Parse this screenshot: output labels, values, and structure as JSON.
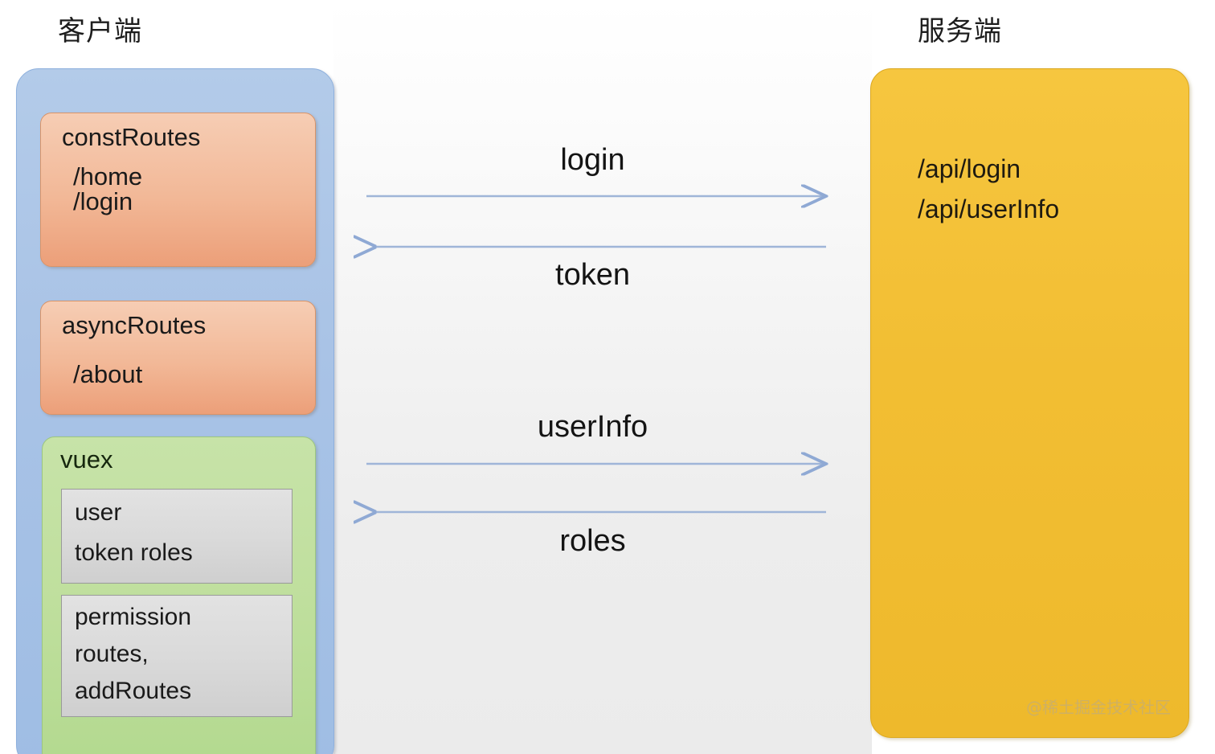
{
  "client": {
    "title": "客户端",
    "const_routes": {
      "heading": "constRoutes",
      "routes": [
        "/home",
        "/login"
      ]
    },
    "async_routes": {
      "heading": "asyncRoutes",
      "routes": [
        "/about"
      ]
    },
    "vuex": {
      "heading": "vuex",
      "modules": [
        {
          "name": "user",
          "fields_line": "token    roles"
        },
        {
          "name": "permission",
          "fields_line": "routes,",
          "fields_line2": "addRoutes"
        }
      ]
    }
  },
  "server": {
    "title": "服务端",
    "endpoints": [
      "/api/login",
      "/api/userInfo"
    ]
  },
  "flows": [
    {
      "label": "login",
      "direction": "right"
    },
    {
      "label": "token",
      "direction": "left"
    },
    {
      "label": "userInfo",
      "direction": "right"
    },
    {
      "label": "roles",
      "direction": "left"
    }
  ],
  "watermark": "@稀土掘金技术社区",
  "colors": {
    "client_container": "#a9c3e6",
    "routes_box": "#f2b897",
    "vuex_box": "#bfdf9d",
    "state_box": "#dadada",
    "server_box": "#f2be33",
    "arrow": "#8fa9d4",
    "center_panel": "#ededed"
  }
}
